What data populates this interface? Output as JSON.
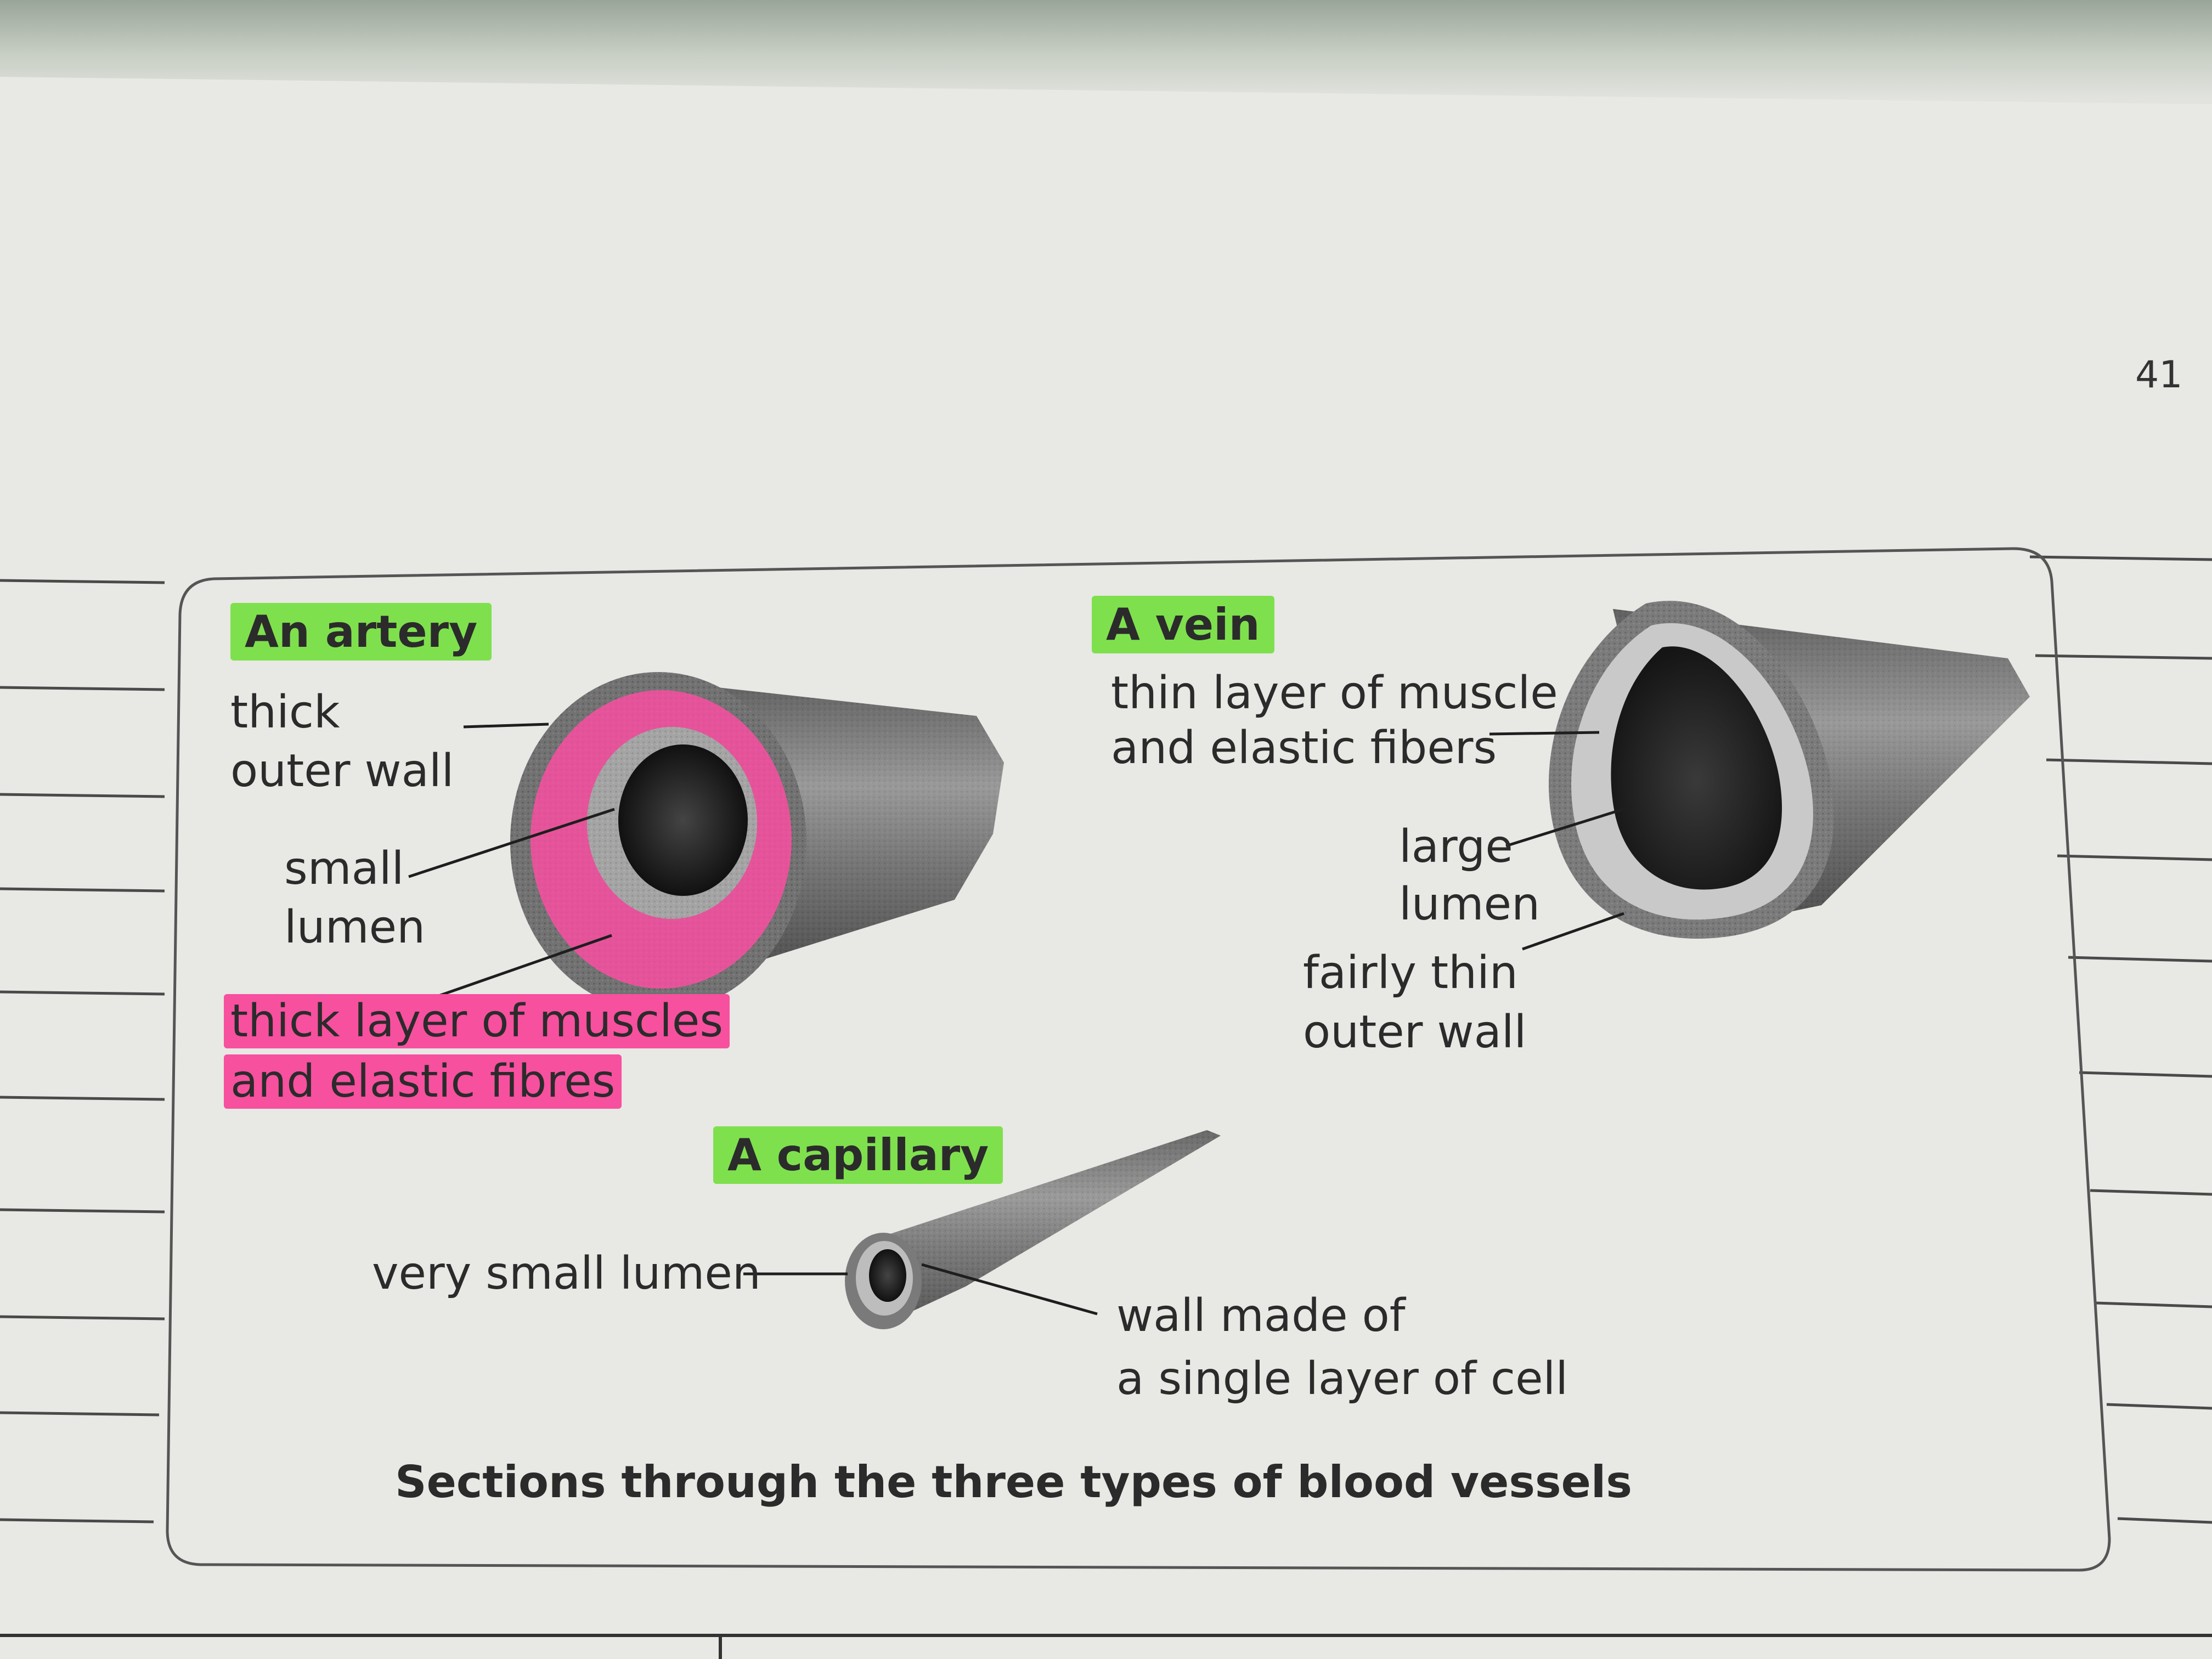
{
  "page_number": "41",
  "caption": "Sections through the three types of blood vessels",
  "colors": {
    "highlight_green": "#7fe04e",
    "highlight_pink": "#f7509f",
    "ink": "#2b2b2b"
  },
  "artery": {
    "title": "An artery",
    "label_thick": "thick",
    "label_outer_wall": "outer wall",
    "label_small": "small",
    "label_lumen": "lumen",
    "label_muscle_1": "thick layer of muscles",
    "label_muscle_2": "and elastic fibres"
  },
  "vein": {
    "title": "A vein",
    "label_muscle_1": "thin layer of muscle",
    "label_muscle_2": "and elastic fibers",
    "label_large": "large",
    "label_lumen": "lumen",
    "label_wall_1": "fairly thin",
    "label_wall_2": "outer wall"
  },
  "capillary": {
    "title": "A capillary",
    "label_lumen": "very small lumen",
    "label_wall_1": "wall made of",
    "label_wall_2": "a single layer of cell"
  }
}
